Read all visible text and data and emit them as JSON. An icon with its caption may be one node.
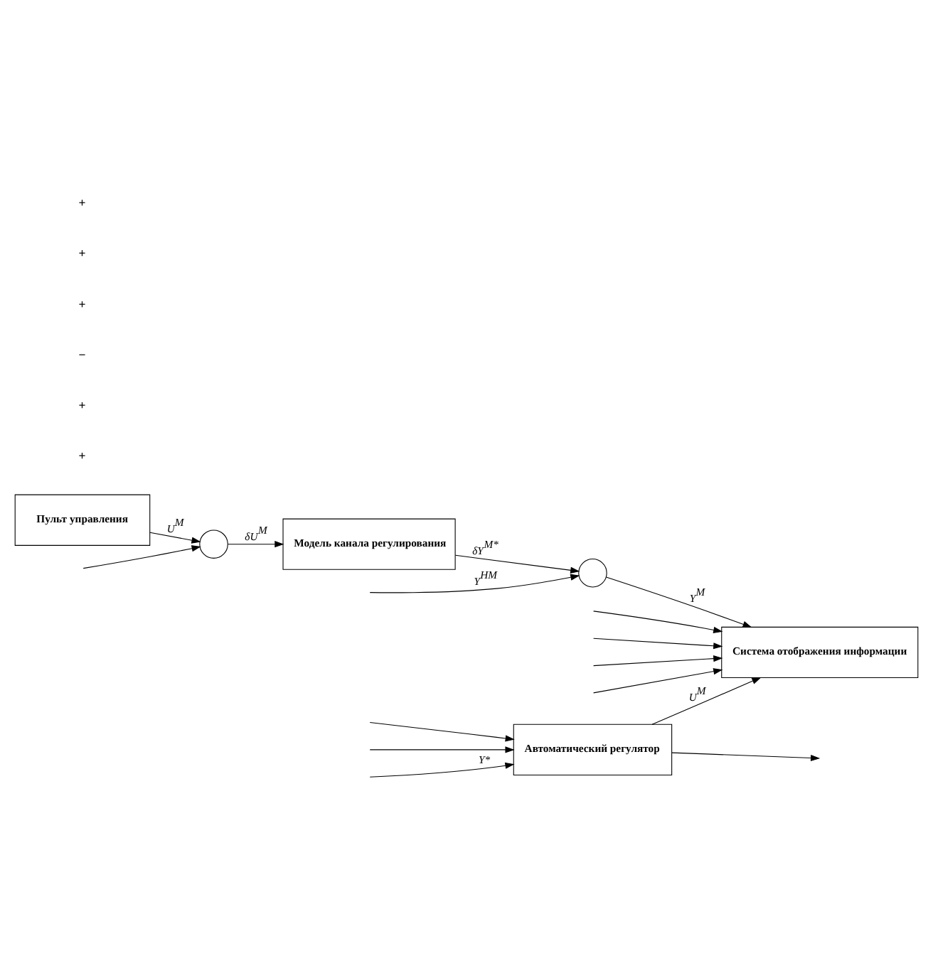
{
  "diagram": {
    "nodes": [
      {
        "text": [
          "Автоматический регулятор"
        ]
      },
      {
        "text": [],
        "shape": "circle"
      },
      {
        "text": [
          "Модель канала регулирования"
        ]
      },
      {
        "text": [],
        "shape": "circle"
      },
      {
        "text": [
          "Система отображения информации"
        ]
      },
      {
        "text": [
          "Пульт управления"
        ]
      }
    ],
    "edges": [
      {
        "from": 0,
        "to": null,
        "arrow": "to"
      },
      {
        "from": 0,
        "to": 4,
        "label": "U$^{M}$",
        "arrow": "to"
      },
      {
        "from": null,
        "to": 0,
        "arrow": "to"
      },
      {
        "from": null,
        "to": 0,
        "arrow": "to"
      },
      {
        "from": null,
        "to": 0,
        "label": "Y*",
        "arrow": "to"
      },
      {
        "from": null,
        "to": 1,
        "arrow": "to"
      },
      {
        "from": 1,
        "to": 2,
        "label": "δU$^{M}$",
        "arrow": "to"
      },
      {
        "from": 2,
        "to": 3,
        "label": "δY$^{M*}$",
        "arrow": "to"
      },
      {
        "from": null,
        "to": 3,
        "label": "Y$^{НМ}$",
        "arrow": "to"
      },
      {
        "from": 3,
        "to": 4,
        "label": "Y$^{M}$",
        "arrow": "to"
      },
      {
        "from": null,
        "to": 4,
        "arrow": "to"
      },
      {
        "from": null,
        "to": 4,
        "arrow": "to"
      },
      {
        "from": null,
        "to": 4,
        "arrow": "to"
      },
      {
        "from": null,
        "to": 4,
        "arrow": "to"
      },
      {
        "from": 5,
        "to": 1,
        "label": "U$^{M}$",
        "arrow": "to"
      }
    ],
    "labels": [
      "+",
      "+",
      "−",
      "+",
      "+",
      "+"
    ]
  }
}
